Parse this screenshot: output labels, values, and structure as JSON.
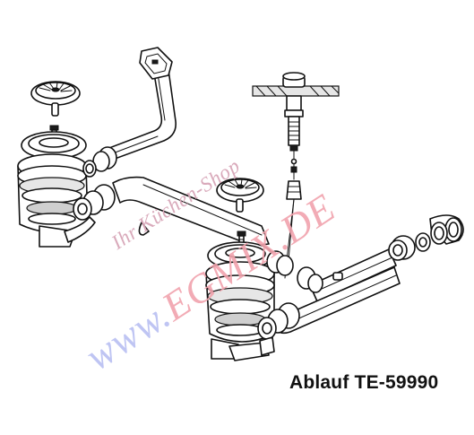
{
  "watermark": {
    "shop_text": "Ihr Küchen-Shop",
    "url_part1": "www.",
    "url_part2": "EGMIX",
    "url_part3": ".DE",
    "colors": {
      "blue": "#b9bff2",
      "red": "#f1a3ad",
      "pink": "#d8a6b8"
    }
  },
  "caption": {
    "text": "Ablauf TE-59990"
  }
}
